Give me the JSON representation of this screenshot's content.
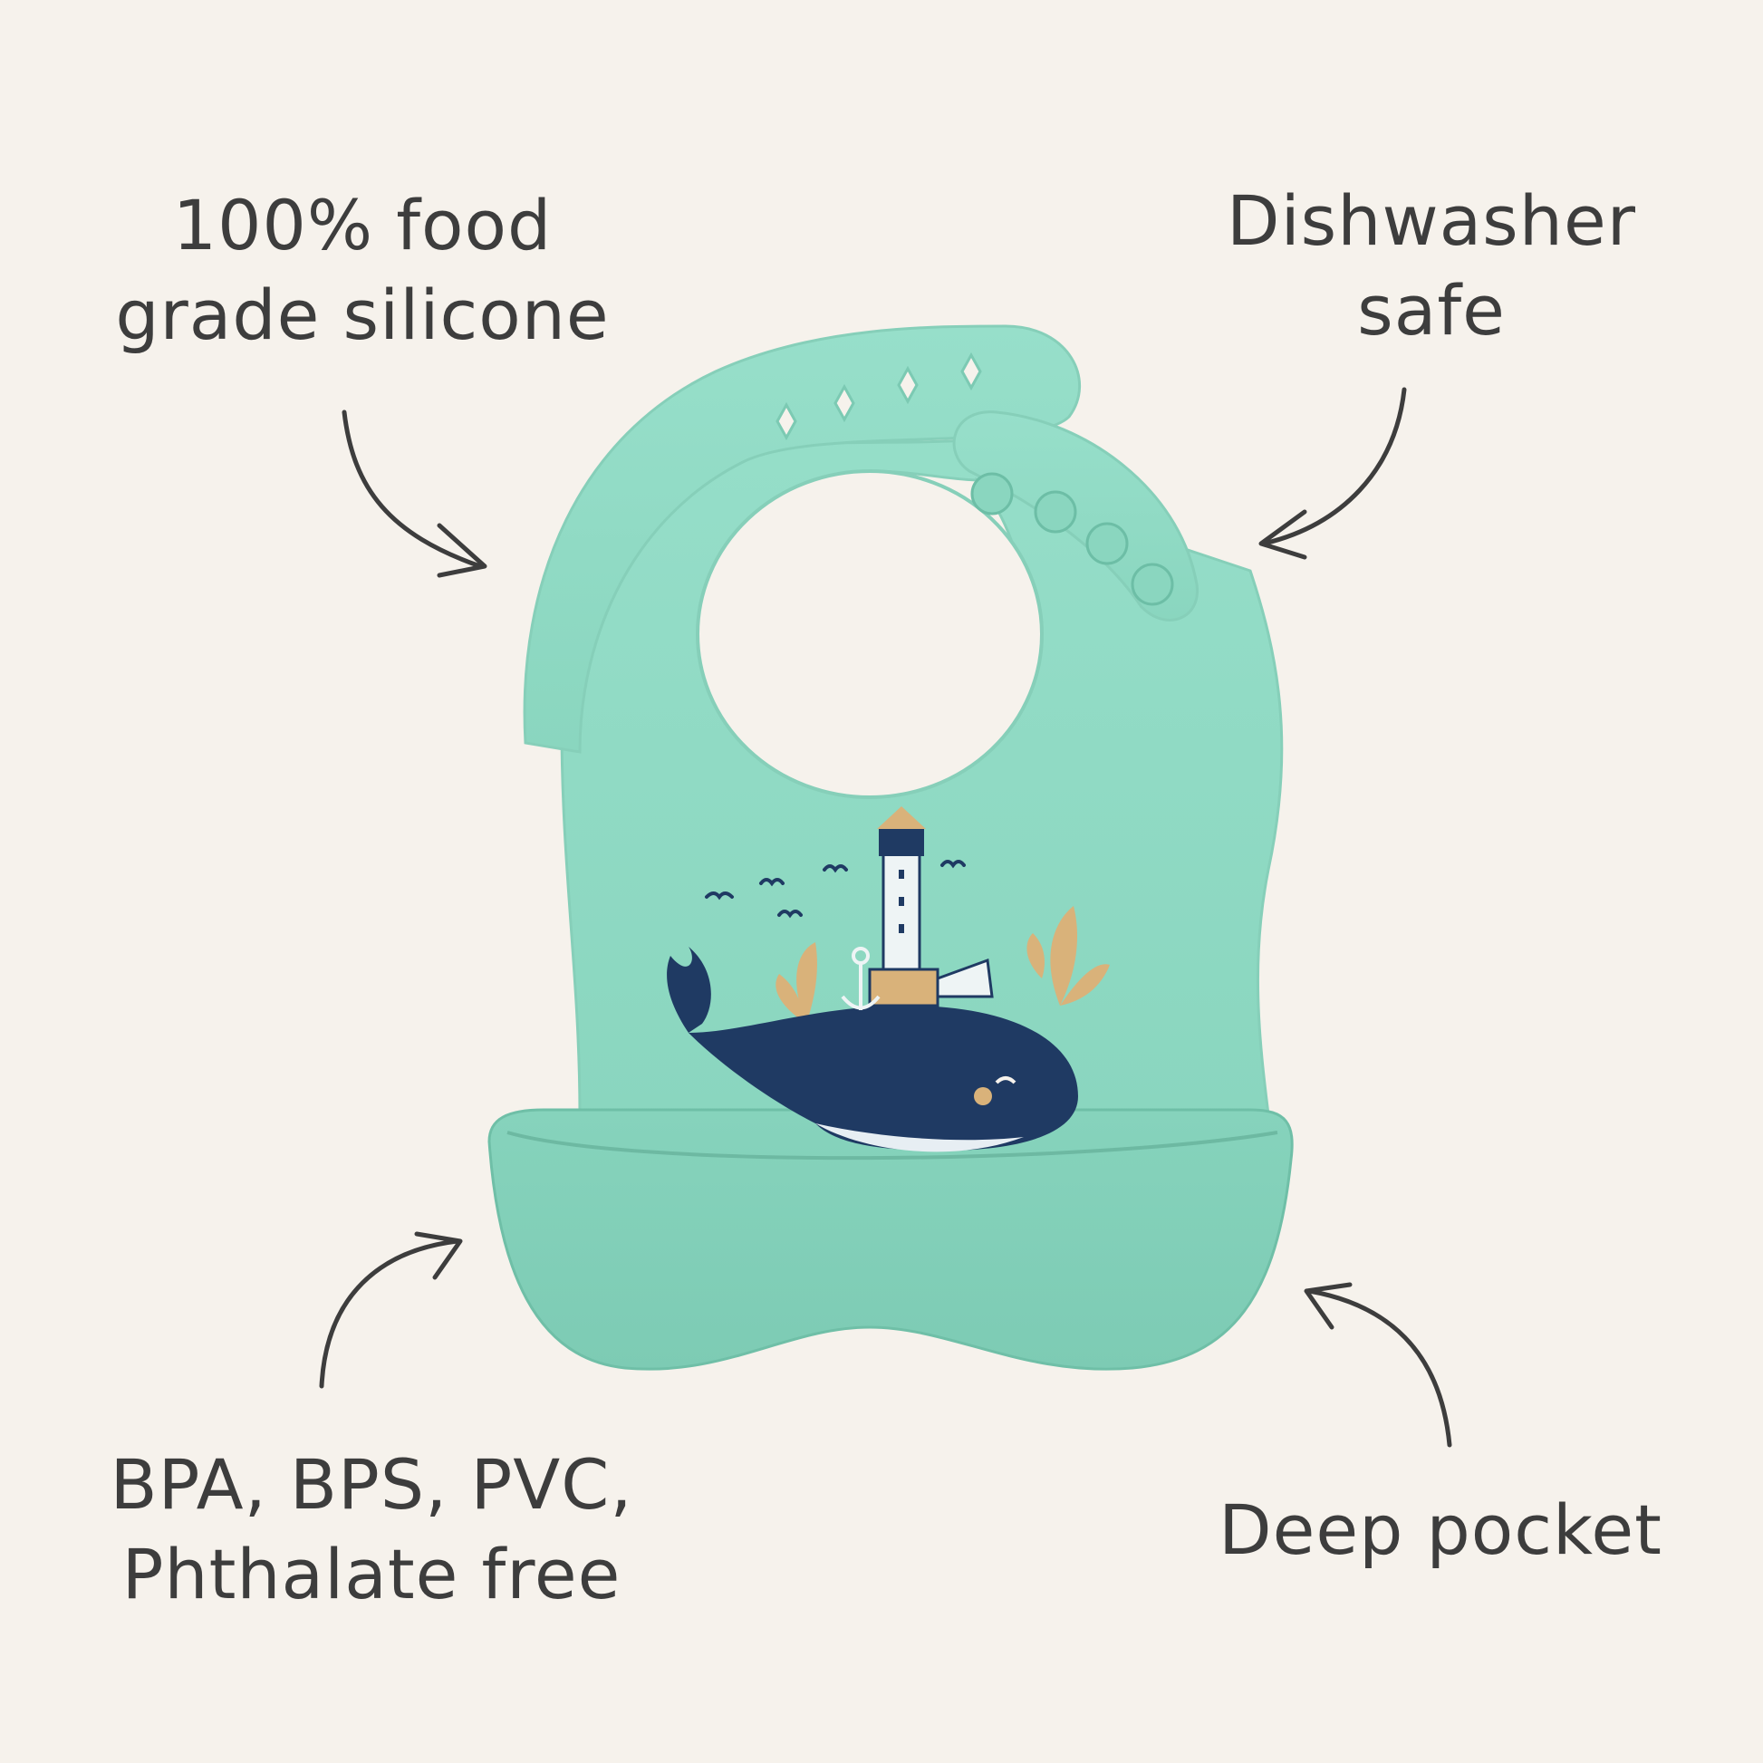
{
  "features": {
    "top_left": {
      "line1": "100% food",
      "line2": "grade silicone"
    },
    "top_right": {
      "line1": "Dishwasher",
      "line2": "safe"
    },
    "bottom_left": {
      "line1": "BPA, BPS, PVC,",
      "line2": "Phthalate free"
    },
    "bottom_right": {
      "line1": "Deep pocket"
    }
  },
  "colors": {
    "background": "#f6f2ec",
    "bib": "#93dcc6",
    "bib_dark": "#7ccab3",
    "whale": "#1f3a63",
    "accent": "#d9b27a",
    "text": "#3d3d3d"
  },
  "icons": [
    "arrow-icon",
    "whale-illustration",
    "lighthouse-illustration",
    "bird-icon",
    "seaweed-icon",
    "anchor-icon"
  ]
}
